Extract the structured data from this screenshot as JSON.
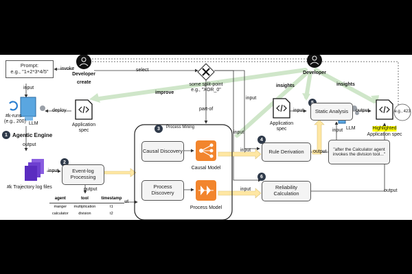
{
  "labels": {
    "prompt": "Prompt:",
    "prompt_example": "e.g., \"1+2*3*4/5\"",
    "invoke": "invoke",
    "developer": "Developer",
    "select": "select",
    "create": "create",
    "improve": "improve",
    "insights": "insights",
    "input": "input",
    "output": "output",
    "deploy": "deploy",
    "part_of": "part-of",
    "split_point": "some split-point",
    "split_point_example": "e.g., \"XOR_0\"",
    "k_runs": "#k-runs",
    "k_runs_example": "(e.g., 200)",
    "llm": "LLM",
    "agentic_engine": "Agentic Engine",
    "application_spec": "Application spec",
    "application": "Application",
    "spec": "spec",
    "trajectory_logs": "#k Trajectory log files",
    "event_log_processing": "Event-log Processing",
    "process_mining": "Process Mining",
    "causal_discovery": "Causal Discovery",
    "causal_model": "Causal Model",
    "process_discovery": "Process Discovery",
    "process_model": "Process Model",
    "rule_derivation": "Rule Derivation",
    "reliability_calculation": "Reliability Calculation",
    "static_analysis": "Static Analysis",
    "quote": "\"after the Calculator agent invokes the division tool...\"",
    "highlighted": "Highlighted",
    "eg_423": "e.g., 423"
  },
  "steps": [
    "1",
    "2",
    "3",
    "4",
    "5",
    "6"
  ],
  "table": {
    "headers": [
      "agent",
      "tool",
      "timestamp"
    ],
    "rows": [
      [
        "manger",
        "multiplication",
        "t1"
      ],
      [
        "calculator",
        "division",
        "t2"
      ]
    ]
  },
  "colors": {
    "orange": "#f2852d",
    "highlight": "#ffff00",
    "green_arrow": "#cfe6c9",
    "yellow_arrow": "#ffe7a3"
  }
}
